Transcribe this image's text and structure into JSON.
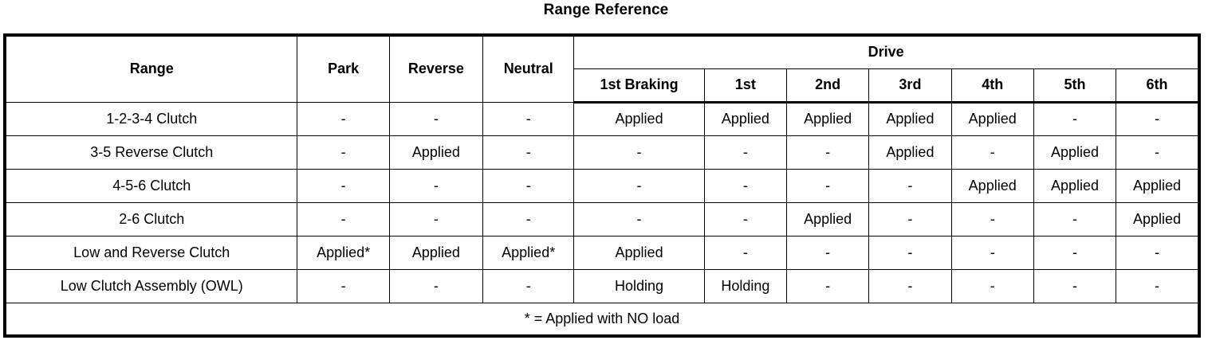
{
  "title": "Range Reference",
  "table": {
    "first_column_header": "Range",
    "standalone_headers": [
      "Park",
      "Reverse",
      "Neutral"
    ],
    "group_header": "Drive",
    "drive_headers": [
      "1st Braking",
      "1st",
      "2nd",
      "3rd",
      "4th",
      "5th",
      "6th"
    ],
    "rows": [
      {
        "label": "1-2-3-4 Clutch",
        "values": [
          "-",
          "-",
          "-",
          "Applied",
          "Applied",
          "Applied",
          "Applied",
          "Applied",
          "-",
          "-"
        ]
      },
      {
        "label": "3-5 Reverse Clutch",
        "values": [
          "-",
          "Applied",
          "-",
          "-",
          "-",
          "-",
          "Applied",
          "-",
          "Applied",
          "-"
        ]
      },
      {
        "label": "4-5-6 Clutch",
        "values": [
          "-",
          "-",
          "-",
          "-",
          "-",
          "-",
          "-",
          "Applied",
          "Applied",
          "Applied"
        ]
      },
      {
        "label": "2-6 Clutch",
        "values": [
          "-",
          "-",
          "-",
          "-",
          "-",
          "Applied",
          "-",
          "-",
          "-",
          "Applied"
        ]
      },
      {
        "label": "Low and Reverse Clutch",
        "values": [
          "Applied*",
          "Applied",
          "Applied*",
          "Applied",
          "-",
          "-",
          "-",
          "-",
          "-",
          "-"
        ]
      },
      {
        "label": "Low Clutch Assembly (OWL)",
        "values": [
          "-",
          "-",
          "-",
          "Holding",
          "Holding",
          "-",
          "-",
          "-",
          "-",
          "-"
        ]
      }
    ],
    "footnote": "* = Applied with NO load"
  }
}
